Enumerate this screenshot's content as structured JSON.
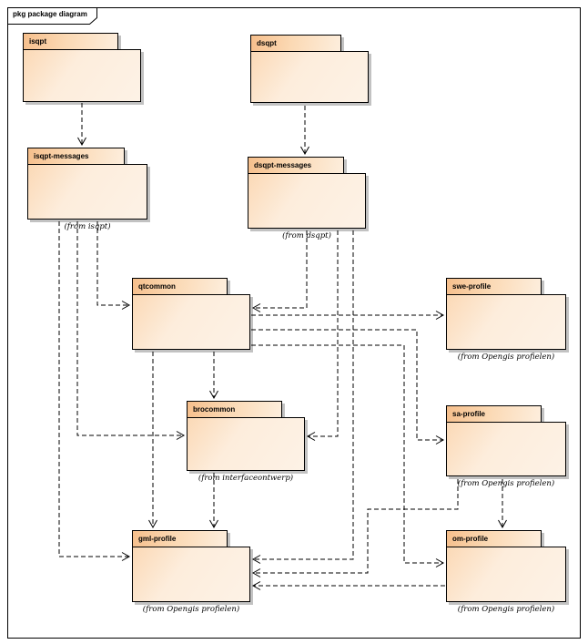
{
  "frame": {
    "label": "pkg package diagram"
  },
  "packages": {
    "isqpt": {
      "name": "isqpt"
    },
    "dsqpt": {
      "name": "dsqpt"
    },
    "isqpt_messages": {
      "name": "isqpt-messages",
      "from": "(from isqpt)"
    },
    "dsqpt_messages": {
      "name": "dsqpt-messages",
      "from": "(from dsqpt)"
    },
    "qtcommon": {
      "name": "qtcommon"
    },
    "swe_profile": {
      "name": "swe-profile",
      "from": "(from Opengis profielen)"
    },
    "brocommon": {
      "name": "brocommon",
      "from": "(from interfaceontwerp)"
    },
    "sa_profile": {
      "name": "sa-profile",
      "from": "(from Opengis profielen)"
    },
    "gml_profile": {
      "name": "gml-profile",
      "from": "(from Opengis profielen)"
    },
    "om_profile": {
      "name": "om-profile",
      "from": "(from Opengis profielen)"
    }
  },
  "connections": [
    {
      "from": "isqpt",
      "to": "isqpt-messages",
      "type": "dependency"
    },
    {
      "from": "dsqpt",
      "to": "dsqpt-messages",
      "type": "dependency"
    },
    {
      "from": "isqpt-messages",
      "to": "qtcommon",
      "type": "dependency"
    },
    {
      "from": "isqpt-messages",
      "to": "brocommon",
      "type": "dependency"
    },
    {
      "from": "isqpt-messages",
      "to": "gml-profile",
      "type": "dependency"
    },
    {
      "from": "dsqpt-messages",
      "to": "qtcommon",
      "type": "dependency"
    },
    {
      "from": "dsqpt-messages",
      "to": "brocommon",
      "type": "dependency"
    },
    {
      "from": "dsqpt-messages",
      "to": "gml-profile",
      "type": "dependency"
    },
    {
      "from": "qtcommon",
      "to": "swe-profile",
      "type": "dependency"
    },
    {
      "from": "qtcommon",
      "to": "sa-profile",
      "type": "dependency"
    },
    {
      "from": "qtcommon",
      "to": "om-profile",
      "type": "dependency"
    },
    {
      "from": "qtcommon",
      "to": "brocommon",
      "type": "dependency"
    },
    {
      "from": "qtcommon",
      "to": "gml-profile",
      "type": "dependency"
    },
    {
      "from": "brocommon",
      "to": "gml-profile",
      "type": "dependency"
    },
    {
      "from": "sa-profile",
      "to": "om-profile",
      "type": "dependency"
    },
    {
      "from": "sa-profile",
      "to": "gml-profile",
      "type": "dependency"
    },
    {
      "from": "om-profile",
      "to": "gml-profile",
      "type": "dependency"
    }
  ],
  "colors": {
    "package_fill_dark": "#f6bf8c",
    "package_fill_light": "#fdf2e6",
    "border": "#000000",
    "shadow": "#c2c2c2",
    "background": "#ffffff"
  }
}
